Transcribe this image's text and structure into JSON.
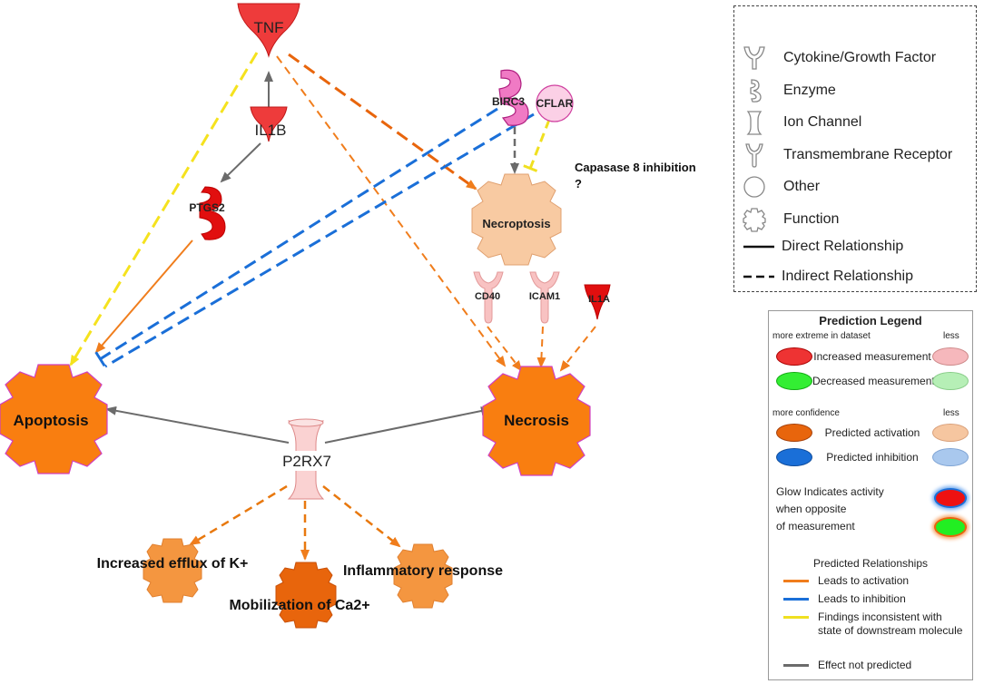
{
  "nodes": {
    "tnf": "TNF",
    "il1b": "IL1B",
    "ptgs2": "PTGS2",
    "birc3": "BIRC3",
    "cflar": "CFLAR",
    "necroptosis": "Necroptosis",
    "cd40": "CD40",
    "icam1": "ICAM1",
    "il1a": "IL1A",
    "apoptosis": "Apoptosis",
    "necrosis": "Necrosis",
    "p2rx7": "P2RX7",
    "efflux": "Increased efflux of K+",
    "inflammatory": "Inflammatory response",
    "mobilization": "Mobilization of Ca2+"
  },
  "note": {
    "line1": "Capasase 8 inhibition",
    "line2": "?"
  },
  "shape_legend": {
    "items": [
      {
        "icon": "cytokine-icon",
        "label": "Cytokine/Growth Factor"
      },
      {
        "icon": "enzyme-icon",
        "label": "Enzyme"
      },
      {
        "icon": "ion-channel-icon",
        "label": "Ion Channel"
      },
      {
        "icon": "transmembrane-receptor-icon",
        "label": "Transmembrane Receptor"
      },
      {
        "icon": "other-icon",
        "label": "Other"
      },
      {
        "icon": "function-icon",
        "label": "Function"
      }
    ],
    "direct": "Direct Relationship",
    "indirect": "Indirect Relationship"
  },
  "prediction_legend": {
    "title": "Prediction Legend",
    "more_extreme": "more extreme in dataset",
    "less1": "less",
    "increased": "Increased measurement",
    "decreased": "Decreased measurement",
    "more_confidence": "more confidence",
    "less2": "less",
    "activation": "Predicted activation",
    "inhibition": "Predicted inhibition",
    "glow_line1": "Glow Indicates activity",
    "glow_line2": "when opposite",
    "glow_line3": "of measurement",
    "relationships_title": "Predicted Relationships",
    "leads_activation": "Leads to activation",
    "leads_inhibition": "Leads to inhibition",
    "inconsistent": "Findings inconsistent with state of downstream molecule",
    "not_predicted": "Effect not predicted"
  },
  "colors": {
    "increased_strong": "#ee3333",
    "increased_weak": "#f6b8bc",
    "decreased_strong": "#33ee33",
    "decreased_weak": "#b6efb6",
    "activation_strong": "#e8650c",
    "activation_weak": "#f6c6a0",
    "inhibition_strong": "#1a6fd8",
    "inhibition_weak": "#a9c8ee",
    "edge_activation": "#f07d1c",
    "edge_inhibition": "#1a6fd8",
    "edge_inconsistent": "#f0e020",
    "edge_not_predicted": "#6b6b6b"
  }
}
